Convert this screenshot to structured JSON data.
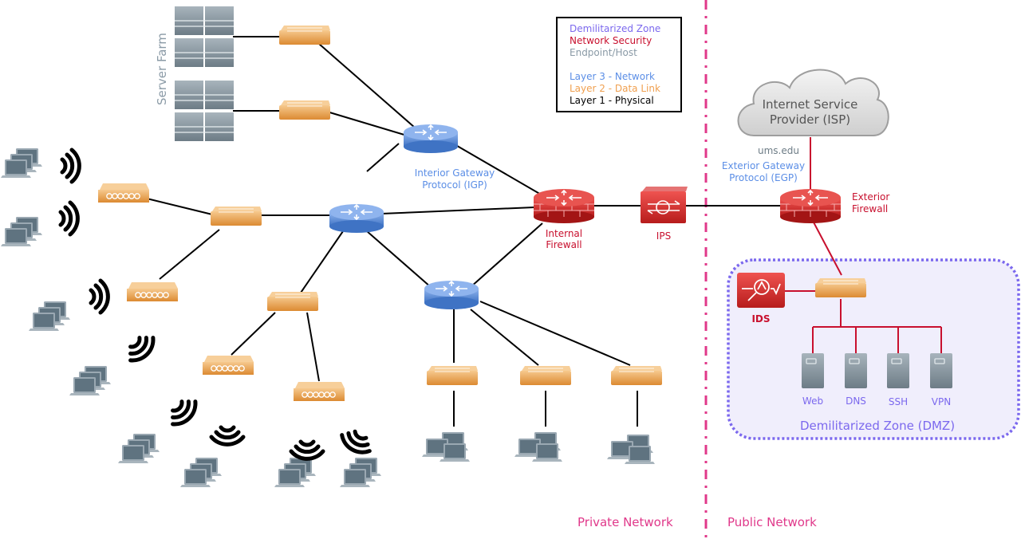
{
  "colors": {
    "dmz": "#7b68ee",
    "security": "#c8102e",
    "endpoint": "#8a9aa6",
    "layer3": "#5b8ee6",
    "layer2": "#f0a050",
    "layer1": "#000000",
    "divider": "#e0388a",
    "dmz_fill": "#f0eefc",
    "router_blue": "#4f86d6",
    "switch_orange": "#e8a050",
    "firewall_red": "#d32f2f"
  },
  "legend": {
    "items": [
      {
        "label": "Demilitarized Zone",
        "color": "#7b68ee"
      },
      {
        "label": "Network Security",
        "color": "#c8102e"
      },
      {
        "label": "Endpoint/Host",
        "color": "#8a9aa6"
      },
      {
        "label": "Layer 3 - Network",
        "color": "#5b8ee6"
      },
      {
        "label": "Layer 2 - Data Link",
        "color": "#f0a050"
      },
      {
        "label": "Layer 1 - Physical",
        "color": "#000000"
      }
    ]
  },
  "labels": {
    "server_farm": "Server Farm",
    "igp_line1": "Interior Gateway",
    "igp_line2": "Protocol (IGP)",
    "internal_firewall_line1": "Internal",
    "internal_firewall_line2": "Firewall",
    "ips": "IPS",
    "isp_line1": "Internet Service",
    "isp_line2": "Provider (ISP)",
    "domain": "ums.edu",
    "egp_line1": "Exterior Gateway",
    "egp_line2": "Protocol (EGP)",
    "exterior_firewall_line1": "Exterior",
    "exterior_firewall_line2": "Firewall",
    "ids": "IDS",
    "dmz_servers": [
      "Web",
      "DNS",
      "SSH",
      "VPN"
    ],
    "dmz_title": "Demilitarized Zone (DMZ)",
    "private_network": "Private Network",
    "public_network": "Public Network"
  }
}
